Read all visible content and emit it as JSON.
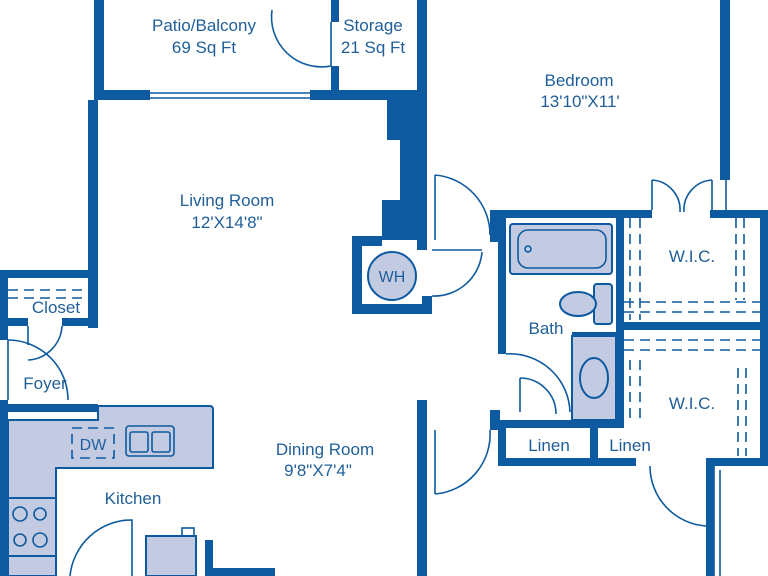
{
  "rooms": {
    "patio": {
      "name": "Patio/Balcony",
      "size": "69 Sq Ft"
    },
    "storage": {
      "name": "Storage",
      "size": "21 Sq Ft"
    },
    "bedroom": {
      "name": "Bedroom",
      "size": "13'10\"X11'"
    },
    "living": {
      "name": "Living Room",
      "size": "12'X14'8\""
    },
    "dining": {
      "name": "Dining Room",
      "size": "9'8\"X7'4\""
    },
    "kitchen": {
      "name": "Kitchen"
    },
    "bath": {
      "name": "Bath"
    },
    "closet": {
      "name": "Closet"
    },
    "foyer": {
      "name": "Foyer"
    },
    "wic_upper": {
      "name": "W.I.C."
    },
    "wic_lower": {
      "name": "W.I.C."
    },
    "linen_left": {
      "name": "Linen"
    },
    "linen_right": {
      "name": "Linen"
    }
  },
  "fixtures": {
    "water_heater": "WH",
    "dishwasher": "DW"
  },
  "colors": {
    "wall": "#0d5aa0",
    "fixture_fill": "#c3cbe3",
    "label": "#1f5f99"
  }
}
